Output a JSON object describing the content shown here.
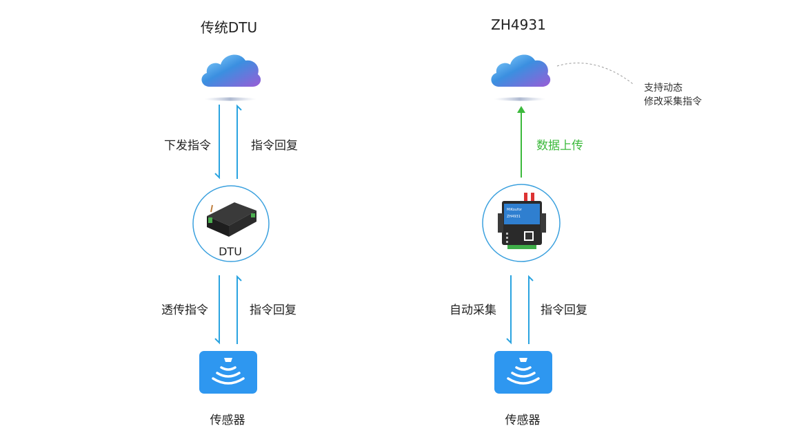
{
  "left": {
    "title": "传统DTU",
    "down_label_1": "下发指令",
    "up_label_1": "指令回复",
    "device_label": "DTU",
    "down_label_2": "透传指令",
    "up_label_2": "指令回复",
    "sensor_label": "传感器"
  },
  "right": {
    "title": "ZH4931",
    "upload_label": "数据上传",
    "note_line_1": "支持动态",
    "note_line_2": "修改采集指令",
    "device_texts": [
      "MiKoufor",
      "ZH4931"
    ],
    "down_label": "自动采集",
    "up_label": "指令回复",
    "sensor_label": "传感器"
  },
  "colors": {
    "arrow_blue": "#29a3e0",
    "arrow_green": "#3cb93c",
    "sensor_blue": "#2e97f0",
    "device_circle": "#3aa0de"
  }
}
